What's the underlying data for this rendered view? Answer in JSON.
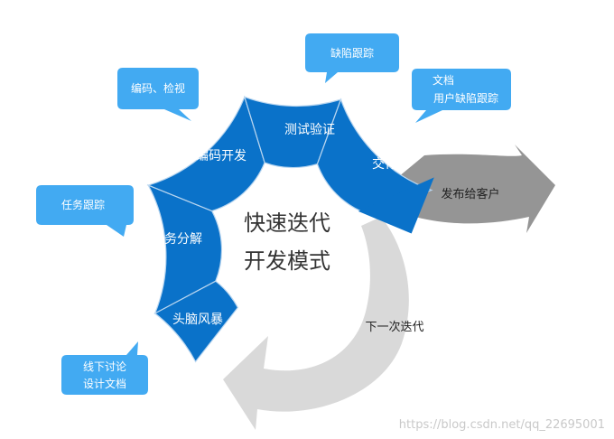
{
  "center": {
    "line1": "快速迭代",
    "line2": "开发模式"
  },
  "segments": {
    "brainstorm": "头脑风暴",
    "task_breakdown": "任务分解",
    "coding": "编码开发",
    "testing": "测试验证",
    "delivery": "交付"
  },
  "bubbles": {
    "offline": {
      "line1": "线下讨论",
      "line2": "设计文档"
    },
    "task_tracking": "任务跟踪",
    "code_review": "编码、检视",
    "defect_tracking": "缺陷跟踪",
    "docs": {
      "line1": "文档",
      "line2": "用户缺陷跟踪"
    }
  },
  "arrows": {
    "release": "发布给客户",
    "next_iteration": "下一次迭代"
  },
  "watermark": "https://blog.csdn.net/qq_22695001",
  "colors": {
    "segment": "#0a72c9",
    "segment_divider": "#b9d6f0",
    "bubble": "#42aaf2",
    "release_arrow": "#959595",
    "next_arrow": "#d9d9d9",
    "center_text": "#333333"
  }
}
